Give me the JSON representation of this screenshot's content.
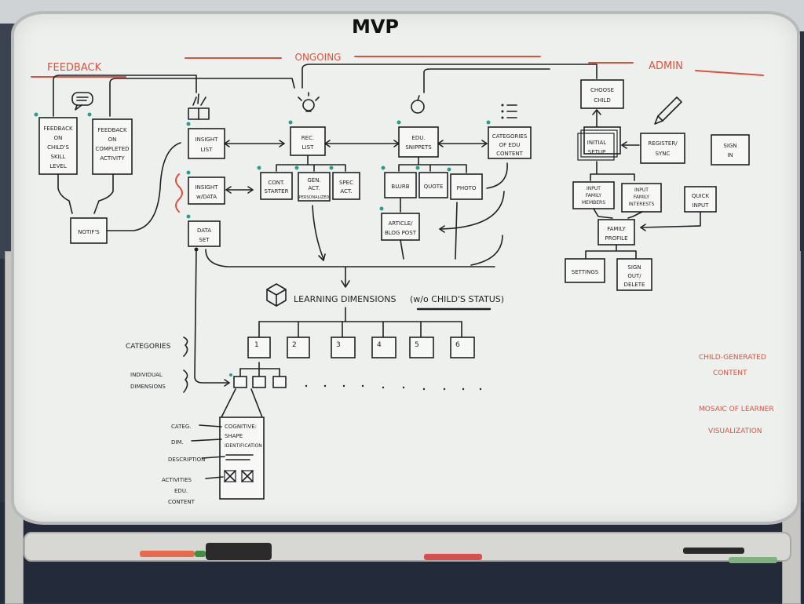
{
  "title": "MVP",
  "headers": {
    "feedback": "FEEDBACK",
    "ongoing": "ONGOING",
    "admin": "ADMIN"
  },
  "feedback": {
    "skill": [
      "FEEDBACK",
      "ON",
      "CHILD'S",
      "SKILL",
      "LEVEL"
    ],
    "activity": [
      "FEEDBACK",
      "ON",
      "COMPLETED",
      "ACTIVITY"
    ],
    "notifs": "NOTIF'S"
  },
  "insight": {
    "list": [
      "INSIGHT",
      "LIST"
    ],
    "data": [
      "INSIGHT",
      "w/DATA"
    ],
    "dataset": [
      "DATA",
      "SET"
    ]
  },
  "rec": {
    "list": [
      "REC.",
      "LIST"
    ],
    "cont": [
      "CONT.",
      "STARTER"
    ],
    "gen": [
      "GEN.",
      "ACT.",
      "(PERSONALIZED)"
    ],
    "spec": [
      "SPEC",
      "ACT."
    ]
  },
  "edu": {
    "snippets": [
      "EDU.",
      "SNIPPETS"
    ],
    "blurb": "BLURB",
    "quote": "QUOTE",
    "photo": "PHOTO",
    "article": [
      "ARTICLE/",
      "BLOG POST"
    ],
    "categories": [
      "CATEGORIES",
      "OF EDU",
      "CONTENT"
    ]
  },
  "admin": {
    "choose": [
      "CHOOSE",
      "CHILD"
    ],
    "setup": [
      "INITIAL",
      "SETUP"
    ],
    "register": [
      "REGISTER/",
      "SYNC"
    ],
    "signin": [
      "SIGN",
      "IN"
    ],
    "members": [
      "INPUT",
      "FAMILY",
      "MEMBERS"
    ],
    "interests": [
      "INPUT",
      "FAMILY",
      "INTERESTS"
    ],
    "quick": [
      "QUICK",
      "INPUT"
    ],
    "profile": [
      "FAMILY",
      "PROFILE"
    ],
    "settings": "SETTINGS",
    "signout": [
      "SIGN",
      "OUT/",
      "DELETE"
    ]
  },
  "learning": {
    "title": "LEARNING DIMENSIONS",
    "status": "(w/o CHILD'S STATUS)",
    "categories_label": "CATEGORIES",
    "dimensions_label": [
      "INDIVIDUAL",
      "DIMENSIONS"
    ],
    "numbers": [
      "1",
      "2",
      "3",
      "4",
      "5",
      "6"
    ]
  },
  "card": {
    "labels": [
      "CATEG.",
      "DIM.",
      "DESCRIPTION",
      "ACTIVITIES",
      "EDU.",
      "CONTENT"
    ],
    "categ_value": "COGNITIVE:",
    "dim_value": [
      "SHAPE",
      "IDENTIFICATION"
    ]
  },
  "side_notes": {
    "child_content": [
      "CHILD-GENERATED",
      "CONTENT"
    ],
    "mosaic": [
      "MOSAIC OF LEARNER",
      "VISUALIZATION"
    ]
  },
  "colors": {
    "board": "#eef0ee",
    "ink": "#1f2124",
    "red": "#d9543f",
    "teal": "#2a9d8f"
  }
}
